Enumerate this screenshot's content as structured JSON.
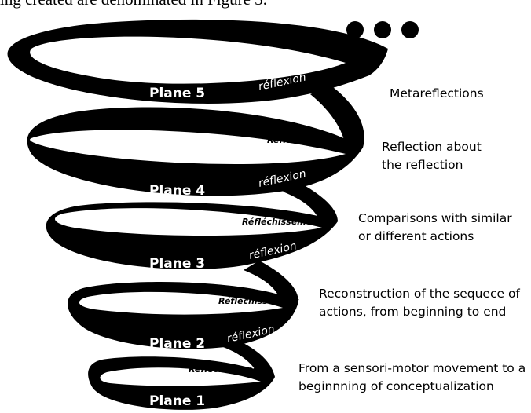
{
  "caption": "ing created are denominated in Figure 3.",
  "ellipsis": "●●●",
  "planes": [
    "Plane 5",
    "Plane 4",
    "Plane 3",
    "Plane 2",
    "Plane 1"
  ],
  "reflexion": "réflexion",
  "reflechissement": "Réfléchissement",
  "descriptions": {
    "plane5": [
      "Metareflections"
    ],
    "plane4": [
      "Reflection about",
      "the reflection"
    ],
    "plane3": [
      "Comparisons with similar",
      "or different actions"
    ],
    "plane2": [
      "Reconstruction of the sequece of",
      "actions, from beginning to end"
    ],
    "plane1": [
      "From a sensori-motor movement to a",
      "beginnning of conceptualization"
    ]
  },
  "colors": {
    "ribbon": "#000000",
    "background": "#ffffff",
    "ribbon_text": "#ffffff"
  }
}
